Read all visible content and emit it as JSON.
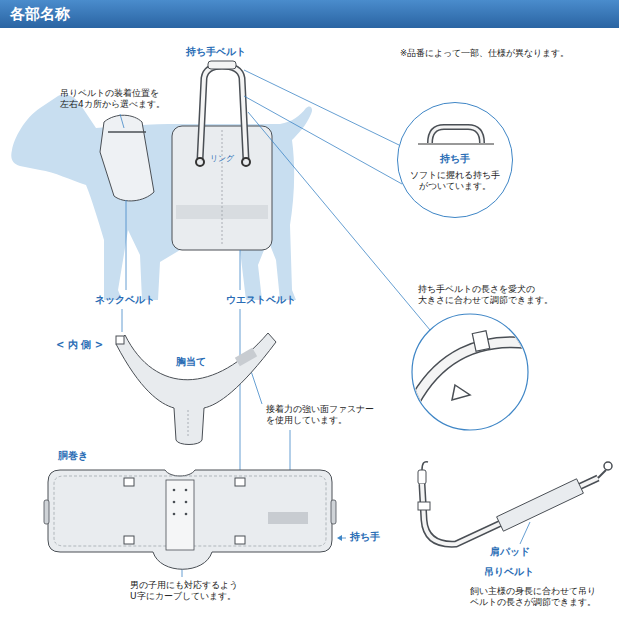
{
  "diagram": {
    "title": "各部名称",
    "nodes": [
      {
        "text": [
          "持ち手",
          "ソフトに握れる持ち手 がついています。"
        ]
      }
    ],
    "labels": [
      "※品番によって一部、仕様が異なります。",
      "持ち手ベルト",
      "吊りベルトの装着位置を 左右4カ所から選べます。",
      "リング",
      "持ち手ベルトの長さを愛犬の 大きさに合わせて調節できます。",
      "ネックベルト",
      "ウエストベルト",
      "< 内 側 >",
      "胸当て",
      "接着力の強い面ファスナー を使用しています。",
      "胴巻き",
      "持ち手",
      "肩パッド",
      "男の子用にも対応するよう U字にカーブしています。",
      "吊りベルト",
      "飼い主様の身長に合わせて吊り ベルトの長さが調節できます。"
    ]
  }
}
